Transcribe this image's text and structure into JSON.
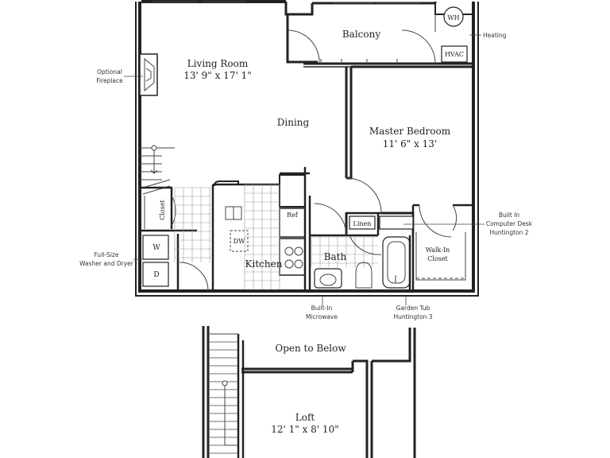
{
  "rooms": {
    "living_room": {
      "name": "Living Room",
      "size": "13' 9\" x 17' 1\""
    },
    "balcony": "Balcony",
    "dining": "Dining",
    "master_bedroom": {
      "name": "Master Bedroom",
      "size": "11' 6\" x 13'"
    },
    "kitchen": "Kitchen",
    "bath": "Bath",
    "walk_in_closet": [
      "Walk-In",
      "Closet"
    ],
    "closet": "Closet",
    "loft": {
      "name": "Loft",
      "size": "12' 1\" x 8' 10\""
    },
    "open_to_below": "Open to Below"
  },
  "fixtures": {
    "wh": "WH",
    "hvac": "HVAC",
    "ref": "Ref",
    "dw": "DW",
    "linen": "Linen",
    "washer": "W",
    "dryer": "D"
  },
  "callouts": {
    "heating": "Heating",
    "fireplace": [
      "Optional",
      "Fireplace"
    ],
    "washer_dryer": [
      "Full-Size",
      "Washer and Dryer"
    ],
    "microwave": [
      "Built-In",
      "Microwave"
    ],
    "garden_tub": [
      "Garden Tub",
      "Huntington 3"
    ],
    "computer_desk": [
      "Built In",
      "Computer Desk",
      "Huntington 2"
    ]
  },
  "colors": {
    "wall": "#222222",
    "background": "#ffffff",
    "frame": "#f6f1e3"
  }
}
